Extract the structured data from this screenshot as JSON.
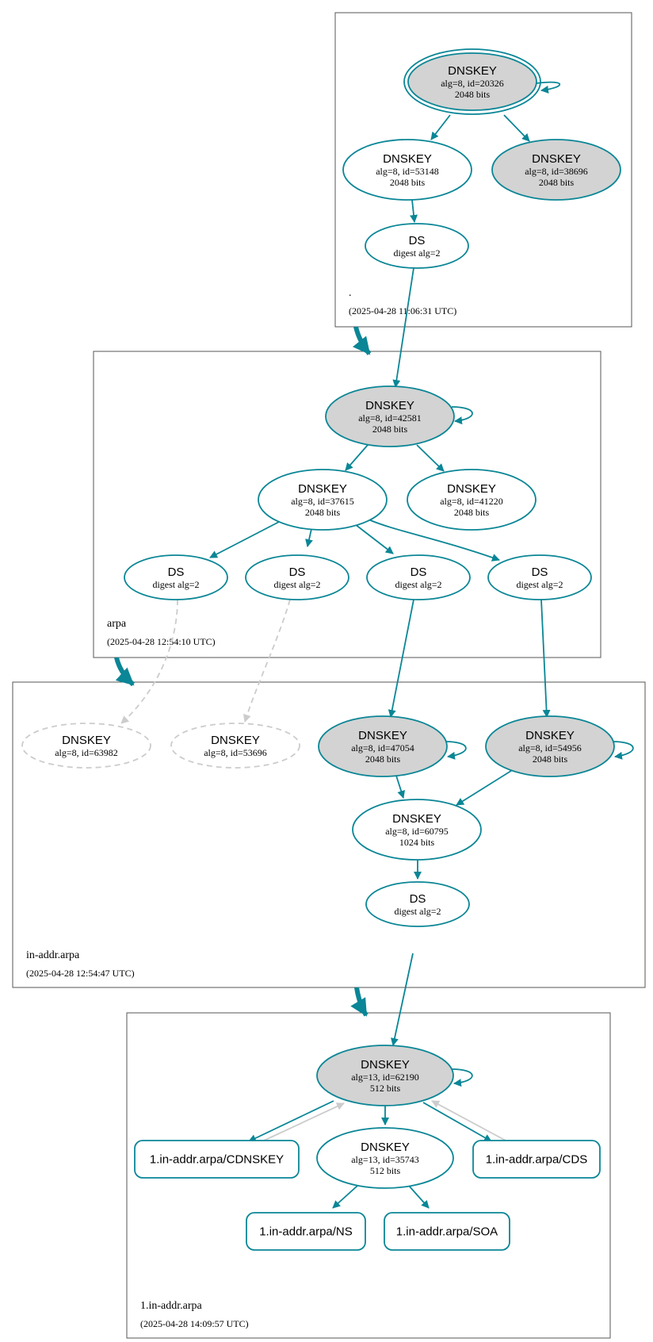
{
  "colors": {
    "edge": "#0a8696",
    "grey_fill": "#d3d3d3",
    "faded": "#cccccc",
    "zone_border": "#555555"
  },
  "zones": [
    {
      "id": "root",
      "name": ".",
      "timestamp": "(2025-04-28 11:06:31 UTC)"
    },
    {
      "id": "arpa",
      "name": "arpa",
      "timestamp": "(2025-04-28 12:54:10 UTC)"
    },
    {
      "id": "inaddr",
      "name": "in-addr.arpa",
      "timestamp": "(2025-04-28 12:54:47 UTC)"
    },
    {
      "id": "one",
      "name": "1.in-addr.arpa",
      "timestamp": "(2025-04-28 14:09:57 UTC)"
    }
  ],
  "nodes": [
    {
      "id": "root_ksk",
      "kind": "DNSKEY",
      "title": "DNSKEY",
      "lines": [
        "alg=8, id=20326",
        "2048 bits"
      ],
      "fill": "grey",
      "double": true
    },
    {
      "id": "root_zsk1",
      "kind": "DNSKEY",
      "title": "DNSKEY",
      "lines": [
        "alg=8, id=53148",
        "2048 bits"
      ]
    },
    {
      "id": "root_zsk2",
      "kind": "DNSKEY",
      "title": "DNSKEY",
      "lines": [
        "alg=8, id=38696",
        "2048 bits"
      ],
      "fill": "grey"
    },
    {
      "id": "root_ds",
      "kind": "DS",
      "title": "DS",
      "lines": [
        "digest alg=2"
      ]
    },
    {
      "id": "arpa_ksk",
      "kind": "DNSKEY",
      "title": "DNSKEY",
      "lines": [
        "alg=8, id=42581",
        "2048 bits"
      ],
      "fill": "grey"
    },
    {
      "id": "arpa_zsk1",
      "kind": "DNSKEY",
      "title": "DNSKEY",
      "lines": [
        "alg=8, id=37615",
        "2048 bits"
      ]
    },
    {
      "id": "arpa_zsk2",
      "kind": "DNSKEY",
      "title": "DNSKEY",
      "lines": [
        "alg=8, id=41220",
        "2048 bits"
      ]
    },
    {
      "id": "arpa_ds1",
      "kind": "DS",
      "title": "DS",
      "lines": [
        "digest alg=2"
      ]
    },
    {
      "id": "arpa_ds2",
      "kind": "DS",
      "title": "DS",
      "lines": [
        "digest alg=2"
      ]
    },
    {
      "id": "arpa_ds3",
      "kind": "DS",
      "title": "DS",
      "lines": [
        "digest alg=2"
      ]
    },
    {
      "id": "arpa_ds4",
      "kind": "DS",
      "title": "DS",
      "lines": [
        "digest alg=2"
      ]
    },
    {
      "id": "ia_missing1",
      "kind": "DNSKEY",
      "title": "DNSKEY",
      "lines": [
        "alg=8, id=63982"
      ],
      "style": "missing"
    },
    {
      "id": "ia_missing2",
      "kind": "DNSKEY",
      "title": "DNSKEY",
      "lines": [
        "alg=8, id=53696"
      ],
      "style": "missing"
    },
    {
      "id": "ia_ksk1",
      "kind": "DNSKEY",
      "title": "DNSKEY",
      "lines": [
        "alg=8, id=47054",
        "2048 bits"
      ],
      "fill": "grey"
    },
    {
      "id": "ia_ksk2",
      "kind": "DNSKEY",
      "title": "DNSKEY",
      "lines": [
        "alg=8, id=54956",
        "2048 bits"
      ],
      "fill": "grey"
    },
    {
      "id": "ia_zsk",
      "kind": "DNSKEY",
      "title": "DNSKEY",
      "lines": [
        "alg=8, id=60795",
        "1024 bits"
      ]
    },
    {
      "id": "ia_ds",
      "kind": "DS",
      "title": "DS",
      "lines": [
        "digest alg=2"
      ]
    },
    {
      "id": "one_ksk",
      "kind": "DNSKEY",
      "title": "DNSKEY",
      "lines": [
        "alg=13, id=62190",
        "512 bits"
      ],
      "fill": "grey"
    },
    {
      "id": "one_zsk",
      "kind": "DNSKEY",
      "title": "DNSKEY",
      "lines": [
        "alg=13, id=35743",
        "512 bits"
      ]
    },
    {
      "id": "one_cdnskey",
      "kind": "RRset",
      "title": "1.in-addr.arpa/CDNSKEY",
      "lines": []
    },
    {
      "id": "one_cds",
      "kind": "RRset",
      "title": "1.in-addr.arpa/CDS",
      "lines": []
    },
    {
      "id": "one_ns",
      "kind": "RRset",
      "title": "1.in-addr.arpa/NS",
      "lines": []
    },
    {
      "id": "one_soa",
      "kind": "RRset",
      "title": "1.in-addr.arpa/SOA",
      "lines": []
    }
  ]
}
